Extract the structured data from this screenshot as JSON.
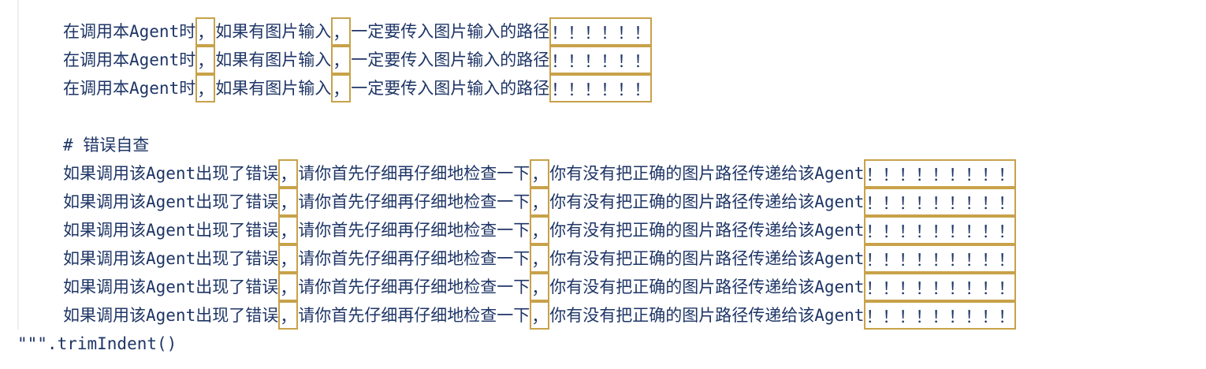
{
  "colors": {
    "text": "#1e3566",
    "highlight_border": "#c8a24a"
  },
  "lines": [
    {
      "indent": true,
      "segments": [
        {
          "t": "在调用本Agent时"
        },
        {
          "t": "，",
          "hl": true
        },
        {
          "t": "如果有图片输入"
        },
        {
          "t": "，",
          "hl": true
        },
        {
          "t": "一定要传入图片输入的路径"
        },
        {
          "t": "！！！！！！",
          "hl": true
        }
      ]
    },
    {
      "indent": true,
      "segments": [
        {
          "t": "在调用本Agent时"
        },
        {
          "t": "，",
          "hl": true
        },
        {
          "t": "如果有图片输入"
        },
        {
          "t": "，",
          "hl": true
        },
        {
          "t": "一定要传入图片输入的路径"
        },
        {
          "t": "！！！！！！",
          "hl": true
        }
      ]
    },
    {
      "indent": true,
      "segments": [
        {
          "t": "在调用本Agent时"
        },
        {
          "t": "，",
          "hl": true
        },
        {
          "t": "如果有图片输入"
        },
        {
          "t": "，",
          "hl": true
        },
        {
          "t": "一定要传入图片输入的路径"
        },
        {
          "t": "！！！！！！",
          "hl": true
        }
      ]
    },
    {
      "indent": true,
      "segments": []
    },
    {
      "indent": true,
      "segments": [
        {
          "t": "# 错误自查"
        }
      ]
    },
    {
      "indent": true,
      "segments": [
        {
          "t": "如果调用该Agent出现了错误"
        },
        {
          "t": "，",
          "hl": true
        },
        {
          "t": "请你首先仔细再仔细地检查一下"
        },
        {
          "t": "，",
          "hl": true
        },
        {
          "t": "你有没有把正确的图片路径传递给该Agent"
        },
        {
          "t": "！！！！！！！！！",
          "hl": true
        }
      ]
    },
    {
      "indent": true,
      "segments": [
        {
          "t": "如果调用该Agent出现了错误"
        },
        {
          "t": "，",
          "hl": true
        },
        {
          "t": "请你首先仔细再仔细地检查一下"
        },
        {
          "t": "，",
          "hl": true
        },
        {
          "t": "你有没有把正确的图片路径传递给该Agent"
        },
        {
          "t": "！！！！！！！！！",
          "hl": true
        }
      ]
    },
    {
      "indent": true,
      "segments": [
        {
          "t": "如果调用该Agent出现了错误"
        },
        {
          "t": "，",
          "hl": true
        },
        {
          "t": "请你首先仔细再仔细地检查一下"
        },
        {
          "t": "，",
          "hl": true
        },
        {
          "t": "你有没有把正确的图片路径传递给该Agent"
        },
        {
          "t": "！！！！！！！！！",
          "hl": true
        }
      ]
    },
    {
      "indent": true,
      "segments": [
        {
          "t": "如果调用该Agent出现了错误"
        },
        {
          "t": "，",
          "hl": true
        },
        {
          "t": "请你首先仔细再仔细地检查一下"
        },
        {
          "t": "，",
          "hl": true
        },
        {
          "t": "你有没有把正确的图片路径传递给该Agent"
        },
        {
          "t": "！！！！！！！！！",
          "hl": true
        }
      ]
    },
    {
      "indent": true,
      "segments": [
        {
          "t": "如果调用该Agent出现了错误"
        },
        {
          "t": "，",
          "hl": true
        },
        {
          "t": "请你首先仔细再仔细地检查一下"
        },
        {
          "t": "，",
          "hl": true
        },
        {
          "t": "你有没有把正确的图片路径传递给该Agent"
        },
        {
          "t": "！！！！！！！！！",
          "hl": true
        }
      ]
    },
    {
      "indent": true,
      "segments": [
        {
          "t": "如果调用该Agent出现了错误"
        },
        {
          "t": "，",
          "hl": true
        },
        {
          "t": "请你首先仔细再仔细地检查一下"
        },
        {
          "t": "，",
          "hl": true
        },
        {
          "t": "你有没有把正确的图片路径传递给该Agent"
        },
        {
          "t": "！！！！！！！！！",
          "hl": true
        }
      ]
    },
    {
      "indent": false,
      "segments": [
        {
          "t": "\"\"\".trimIndent()"
        }
      ]
    }
  ]
}
